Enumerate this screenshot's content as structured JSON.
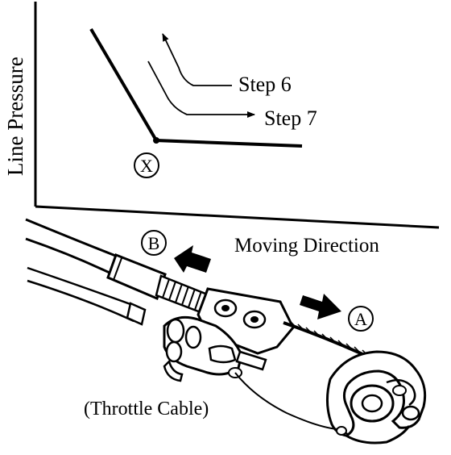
{
  "graph": {
    "y_axis_label": "Line Pressure",
    "point_label": "X",
    "step6_label": "Step 6",
    "step7_label": "Step 7"
  },
  "mechanism": {
    "direction_label": "Moving Direction",
    "label_a": "A",
    "label_b": "B",
    "cable_caption": "(Throttle Cable)"
  },
  "colors": {
    "ink": "#000000",
    "paper": "#ffffff"
  }
}
